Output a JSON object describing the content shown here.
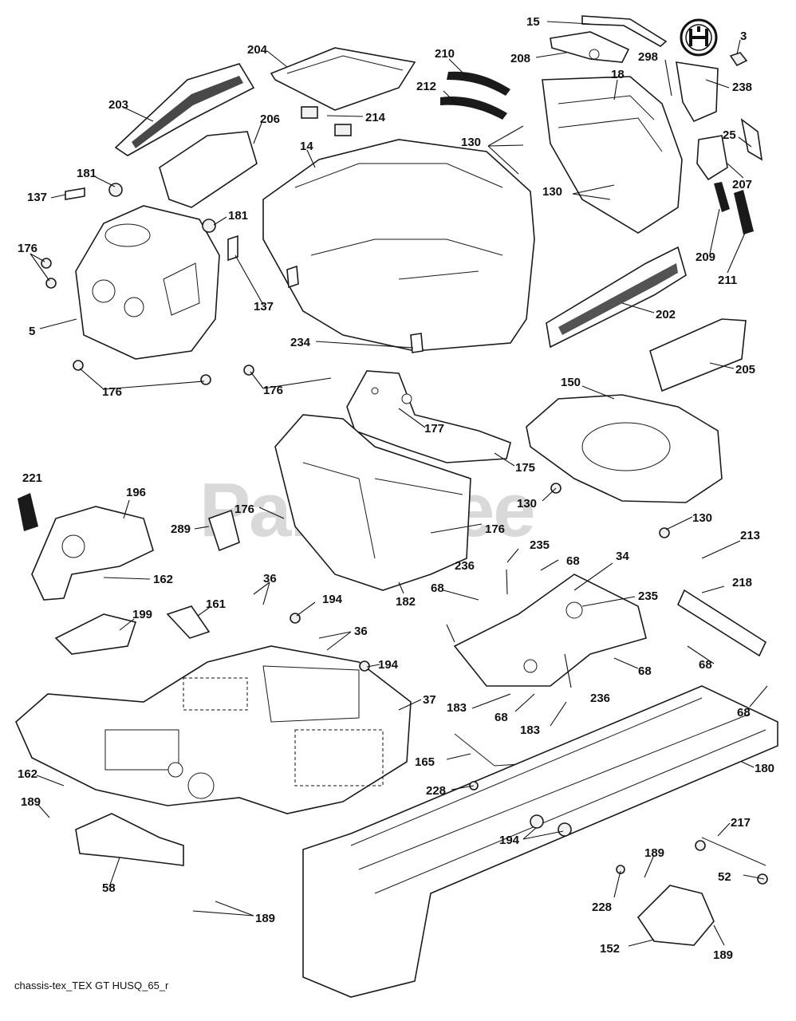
{
  "watermark": {
    "text": "PartsTree",
    "trademark": "™"
  },
  "brand_logo": {
    "name": "husqvarna-logo-icon"
  },
  "caption": "chassis-tex_TEX GT HUSQ_65_r",
  "callouts": {
    "c15": "15",
    "c3": "3",
    "c204": "204",
    "c210": "210",
    "c208": "208",
    "c298": "298",
    "c238": "238",
    "c18": "18",
    "c212": "212",
    "c203": "203",
    "c206": "206",
    "c214": "214",
    "c130a": "130",
    "c25": "25",
    "c14": "14",
    "c207": "207",
    "c181a": "181",
    "c130b": "130",
    "c137a": "137",
    "c181b": "181",
    "c176a": "176",
    "c209": "209",
    "c211": "211",
    "c5": "5",
    "c137b": "137",
    "c202": "202",
    "c234": "234",
    "c205": "205",
    "c176b": "176",
    "c176c": "176",
    "c150": "150",
    "c177": "177",
    "c175": "175",
    "c221": "221",
    "c196": "196",
    "c130c": "130",
    "c176d": "176",
    "c176e": "176",
    "c130d": "130",
    "c289": "289",
    "c162a": "162",
    "c235a": "235",
    "c68a": "68",
    "c34": "34",
    "c213": "213",
    "c236a": "236",
    "c36a": "36",
    "c218": "218",
    "c68b": "68",
    "c235b": "235",
    "c182": "182",
    "c194a": "194",
    "c199": "199",
    "c161": "161",
    "c36b": "36",
    "c194b": "194",
    "c68c": "68",
    "c68d": "68",
    "c37": "37",
    "c236b": "236",
    "c183a": "183",
    "c68e": "68",
    "c183b": "183",
    "c68f": "68",
    "c165": "165",
    "c162b": "162",
    "c228a": "228",
    "c180": "180",
    "c189a": "189",
    "c217": "217",
    "c194c": "194",
    "c58": "58",
    "c189b": "189",
    "c52": "52",
    "c228b": "228",
    "c189c": "189",
    "c152": "152",
    "c189d": "189"
  }
}
